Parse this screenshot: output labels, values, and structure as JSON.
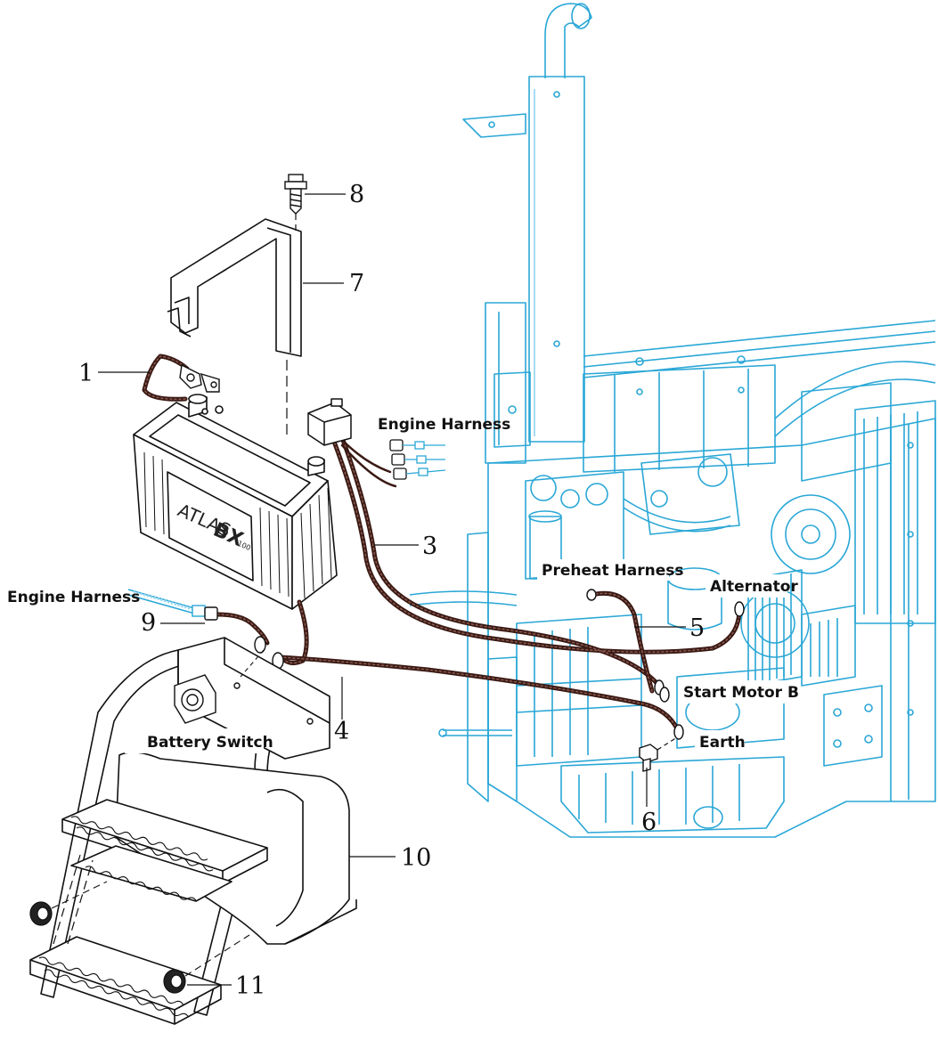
{
  "colors": {
    "engine_line": "#2aa7d6",
    "engine_line_light": "#8fd4ee",
    "part_line": "#111111",
    "cable": "#3a1a14",
    "background": "#ffffff"
  },
  "battery": {
    "brand": "ATLAS",
    "model": "BX",
    "model_suffix": "100"
  },
  "callouts": [
    {
      "id": "1",
      "text": "1"
    },
    {
      "id": "3",
      "text": "3"
    },
    {
      "id": "4",
      "text": "4"
    },
    {
      "id": "5",
      "text": "5"
    },
    {
      "id": "6",
      "text": "6"
    },
    {
      "id": "7",
      "text": "7"
    },
    {
      "id": "8",
      "text": "8"
    },
    {
      "id": "9",
      "text": "9"
    },
    {
      "id": "10",
      "text": "10"
    },
    {
      "id": "11",
      "text": "11"
    }
  ],
  "labels": {
    "engine_harness_top": "Engine Harness",
    "engine_harness_left": "Engine Harness",
    "preheat_harness": "Preheat Harness",
    "alternator": "Alternator",
    "start_motor": "Start Motor B",
    "earth": "Earth",
    "battery_switch": "Battery Switch"
  }
}
